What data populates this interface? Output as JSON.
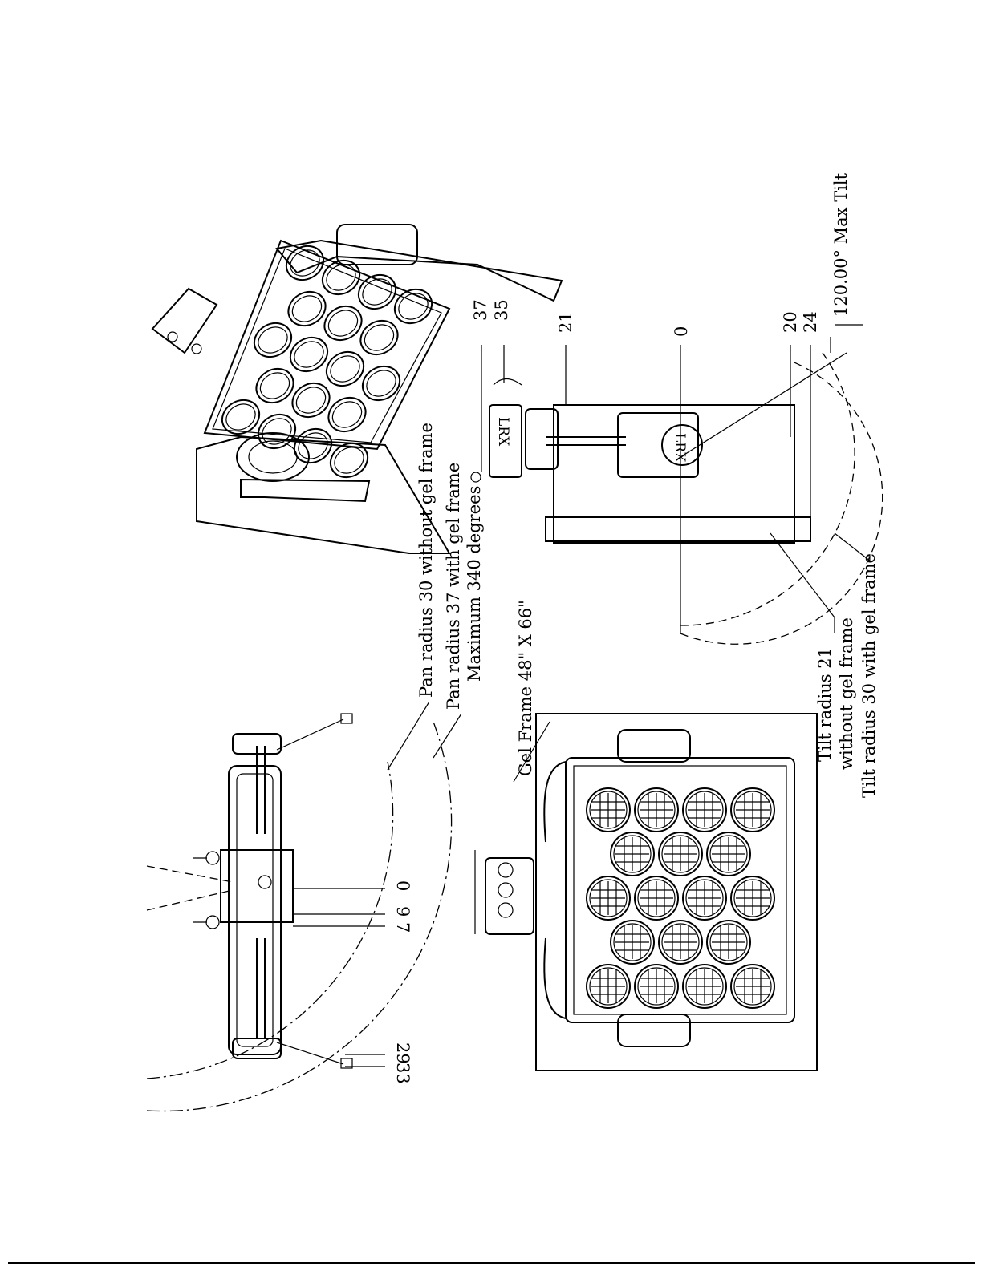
{
  "drawing": {
    "top_view_callouts": {
      "pan_radius_without": "Pan radius 30 without gel frame",
      "pan_radius_with": "Pan radius 37 with gel frame",
      "max_pan": "Maximum 340 degrees",
      "gel_frame": "Gel Frame 48\" X 66\""
    },
    "reference_numbers_top": [
      "0",
      "9",
      "7",
      "29",
      "33"
    ],
    "side_view_callouts": {
      "max_tilt": "120.00° Max Tilt",
      "tilt_radius_without_1": "Tilt radius 21",
      "tilt_radius_without_2": "without gel frame",
      "tilt_radius_with": "Tilt radius 30 with gel frame"
    },
    "reference_numbers_side": [
      "37",
      "35",
      "21",
      "0",
      "20",
      "24"
    ],
    "fixture_label": "LRX"
  }
}
